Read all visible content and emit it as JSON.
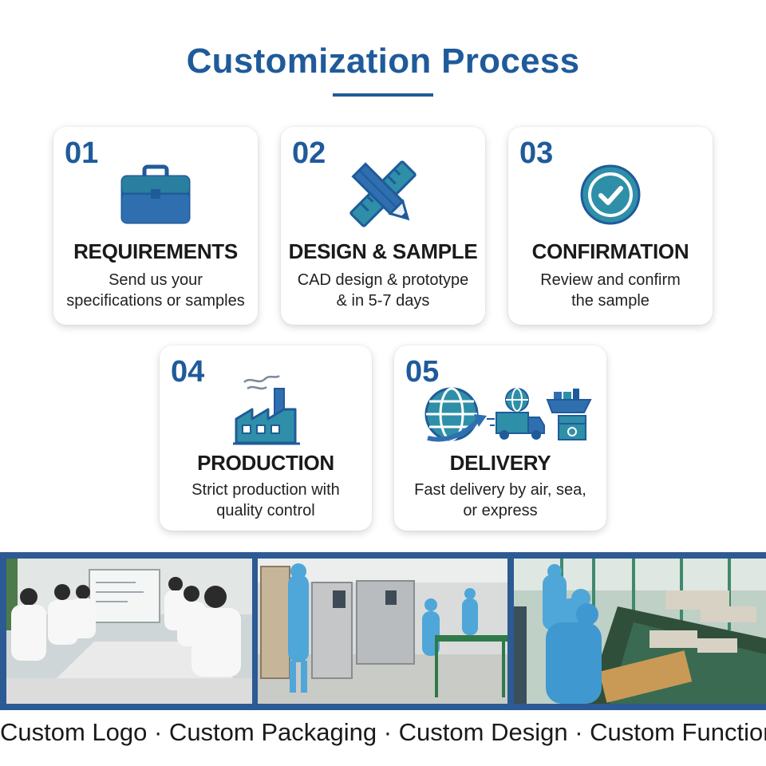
{
  "title": "Customization Process",
  "steps": [
    {
      "number": "01",
      "title": "REQUIREMENTS",
      "desc": [
        "Send us your",
        "specifications or samples"
      ],
      "icon": "briefcase-icon"
    },
    {
      "number": "02",
      "title": "DESIGN & SAMPLE",
      "desc": [
        "CAD design & prototype",
        "& in 5-7 days"
      ],
      "icon": "pencil-ruler-icon"
    },
    {
      "number": "03",
      "title": "CONFIRMATION",
      "desc": [
        "Review and confirm",
        "the sample"
      ],
      "icon": "checkmark-circle-icon"
    },
    {
      "number": "04",
      "title": "PRODUCTION",
      "desc": [
        "Strict production with",
        "quality control"
      ],
      "icon": "factory-icon"
    },
    {
      "number": "05",
      "title": "DELIVERY",
      "desc": [
        "Fast delivery by air, sea,",
        "or express"
      ],
      "icon": "globe-truck-ship-icon"
    }
  ],
  "photos": [
    "meeting-room-photo",
    "testing-lab-photo",
    "assembly-line-photo"
  ],
  "tagline": "Custom Logo · Custom Packaging · Custom Design · Custom Function",
  "colors": {
    "brand_blue": "#1f5b9a",
    "icon_teal": "#2f8fa8",
    "icon_blue": "#2f6fb0"
  }
}
